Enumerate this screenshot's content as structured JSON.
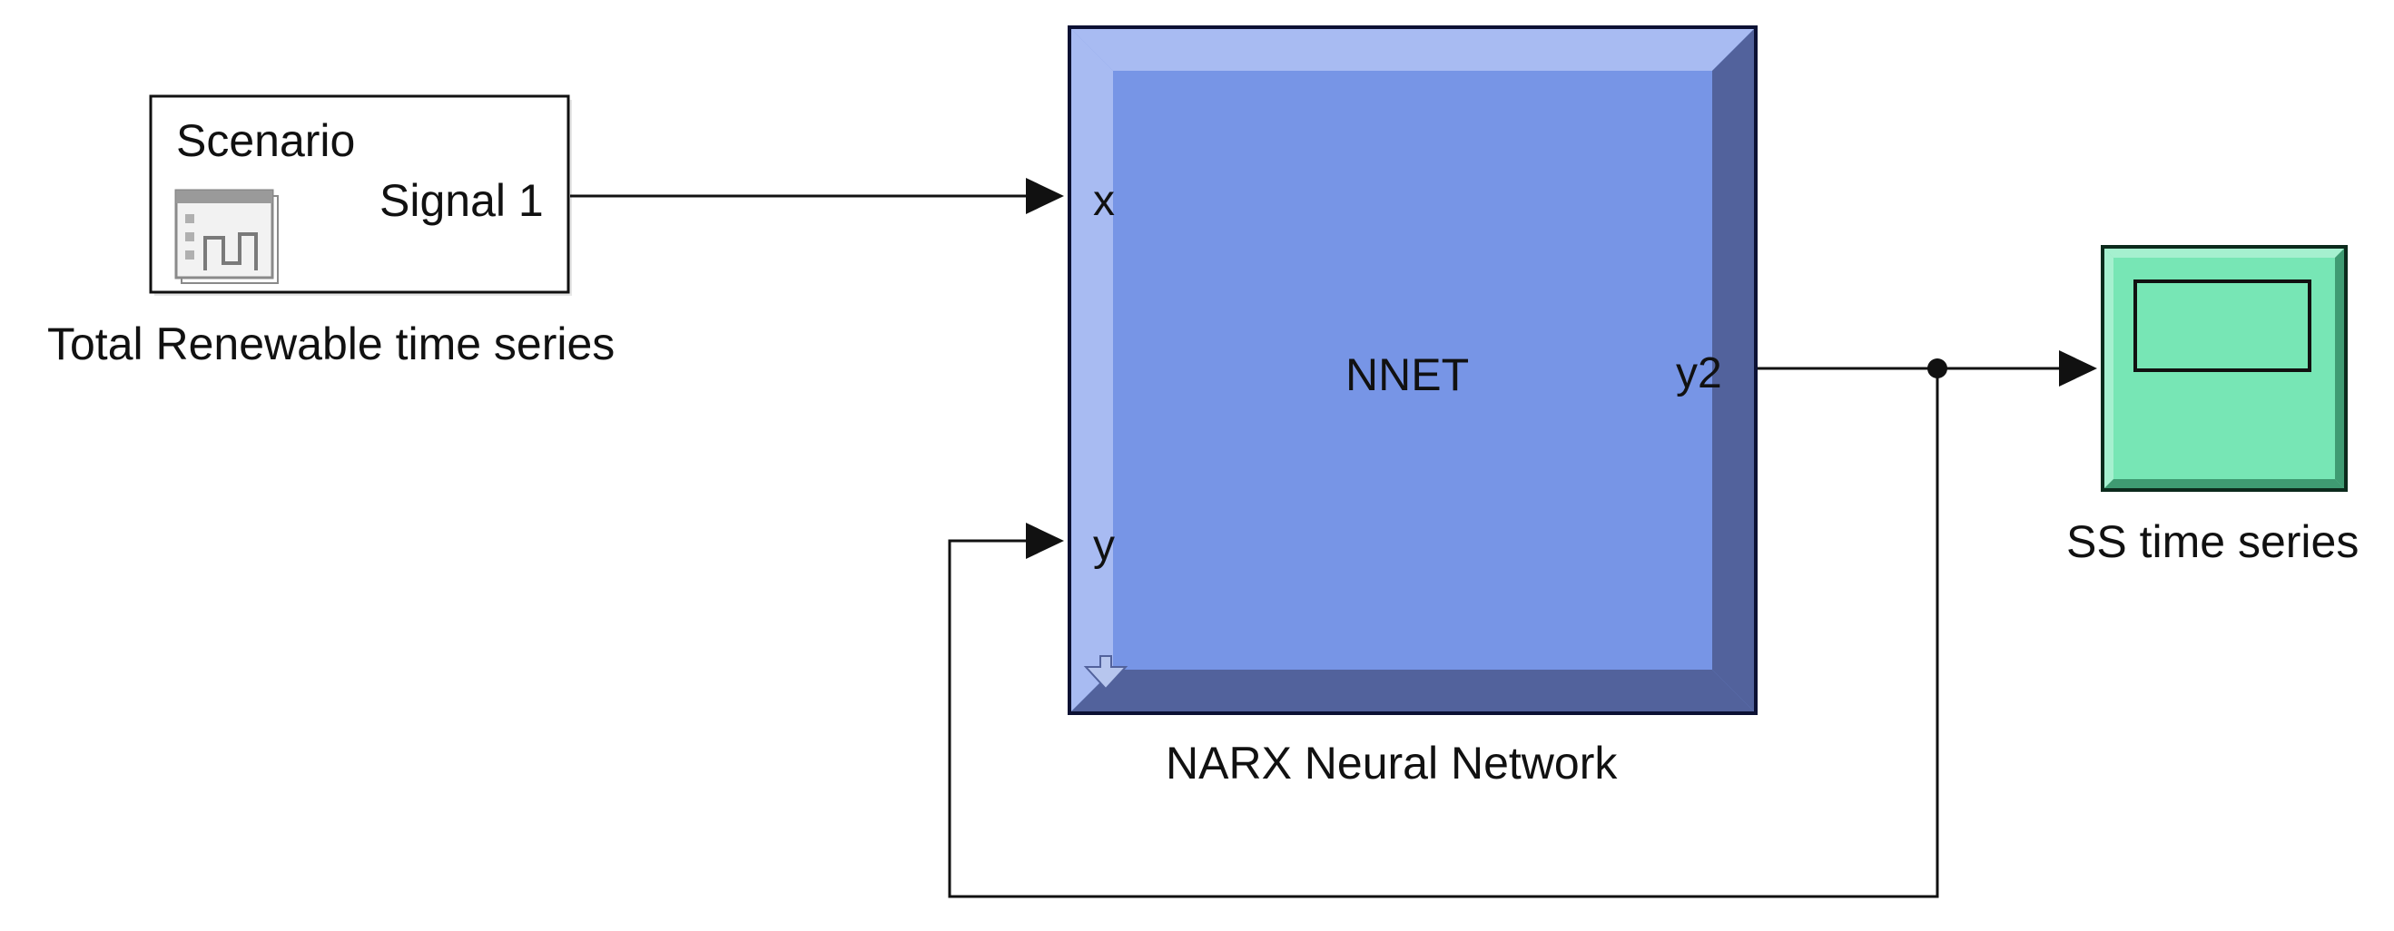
{
  "source_block": {
    "title": "Scenario",
    "port_label": "Signal 1",
    "caption": "Total Renewable time series",
    "icon": "signal-editor-icon"
  },
  "nn_block": {
    "name": "NNET",
    "input_ports": [
      "x",
      "y"
    ],
    "output_port": "y2",
    "caption": "NARX Neural Network",
    "icon": "down-arrow-icon",
    "colors": {
      "face": "#7795e6",
      "bevel_light": "#a8bbf2",
      "bevel_dark": "#52629c",
      "border": "#0c1133"
    }
  },
  "scope_block": {
    "caption": "SS time series",
    "icon": "scope-screen-icon",
    "colors": {
      "face": "#77e6b5",
      "bevel_light": "#a5f0cf",
      "bevel_dark": "#3f9b72",
      "border": "#0c2a1c"
    }
  },
  "connections": [
    {
      "from": "source_block.Signal 1",
      "to": "nn_block.x"
    },
    {
      "from": "nn_block.y2",
      "to": "scope_block.in"
    },
    {
      "from": "nn_block.y2",
      "to": "nn_block.y",
      "type": "feedback"
    }
  ]
}
